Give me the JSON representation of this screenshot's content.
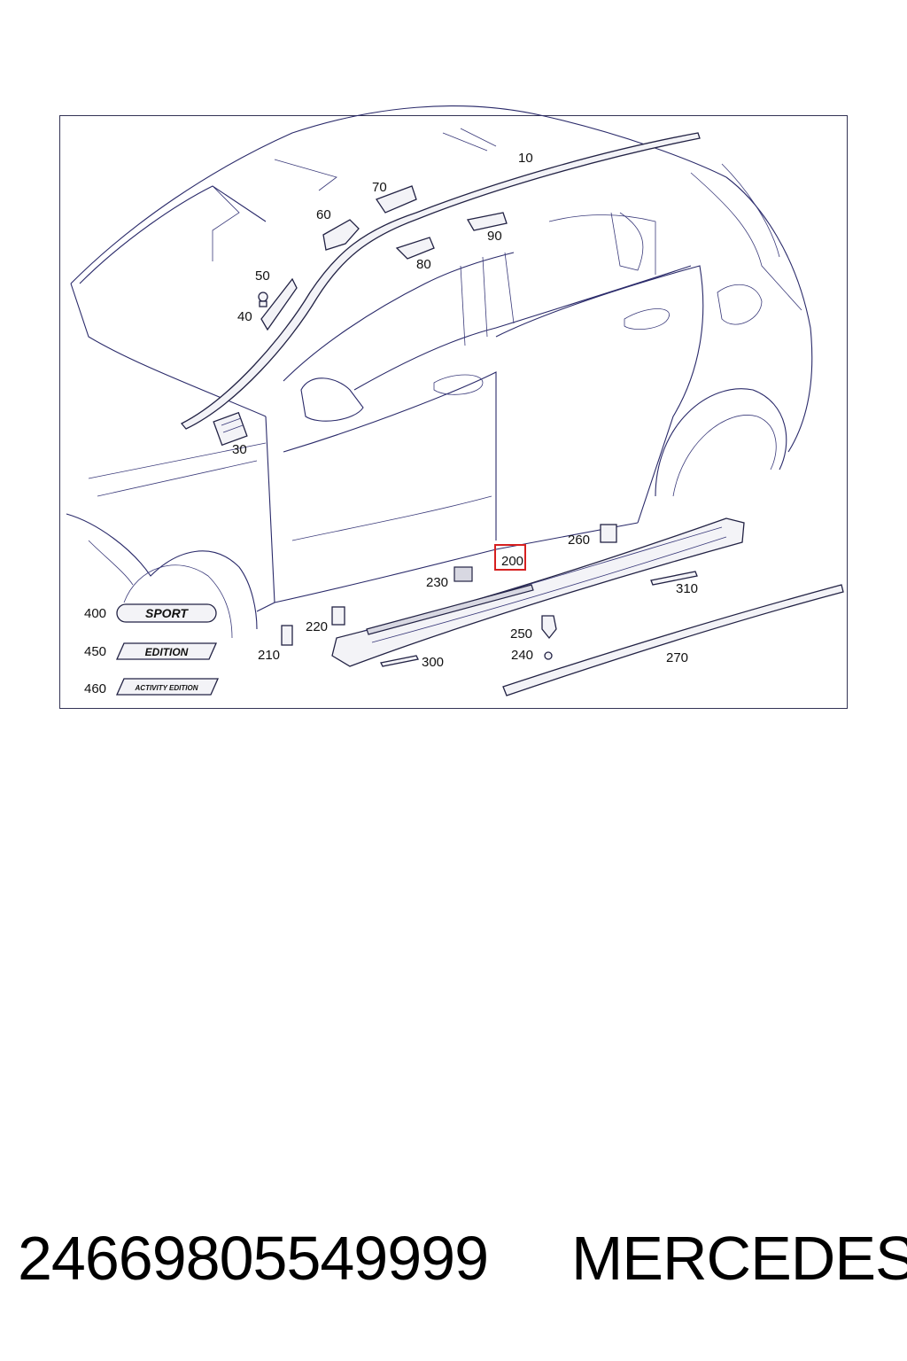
{
  "diagram": {
    "callouts": {
      "c10": "10",
      "c30": "30",
      "c40": "40",
      "c50": "50",
      "c60": "60",
      "c70": "70",
      "c80": "80",
      "c90": "90",
      "c200": "200",
      "c210": "210",
      "c220": "220",
      "c230": "230",
      "c240": "240",
      "c250": "250",
      "c260": "260",
      "c270": "270",
      "c300": "300",
      "c310": "310",
      "c400": "400",
      "c450": "450",
      "c460": "460"
    },
    "emblems": {
      "sport": "SPORT",
      "edition": "EDITION",
      "activity_edition": "ACTIVITY EDITION"
    },
    "highlighted_part": "200",
    "colors": {
      "line": "#2a2a6a",
      "highlight": "#d62020"
    }
  },
  "footer": {
    "part_number": "24669805549999",
    "brand": "MERCEDES"
  }
}
